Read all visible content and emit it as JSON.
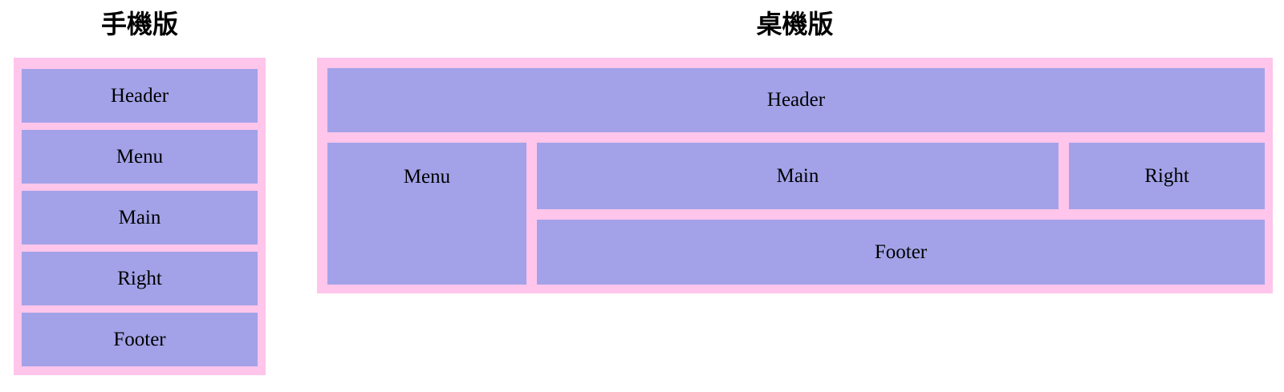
{
  "colors": {
    "container_pink": "#ffc5eb",
    "box_purple": "#a3a2e8",
    "label_text": "#000000",
    "title_text": "#000000",
    "page_background": "#ffffff"
  },
  "mobile": {
    "title": "手機版",
    "boxes": [
      {
        "id": "header",
        "label": "Header"
      },
      {
        "id": "menu",
        "label": "Menu"
      },
      {
        "id": "main",
        "label": "Main"
      },
      {
        "id": "right",
        "label": "Right"
      },
      {
        "id": "footer",
        "label": "Footer"
      }
    ]
  },
  "desktop": {
    "title": "桌機版",
    "areas": {
      "header": "Header",
      "menu": "Menu",
      "main": "Main",
      "right": "Right",
      "footer": "Footer"
    }
  }
}
